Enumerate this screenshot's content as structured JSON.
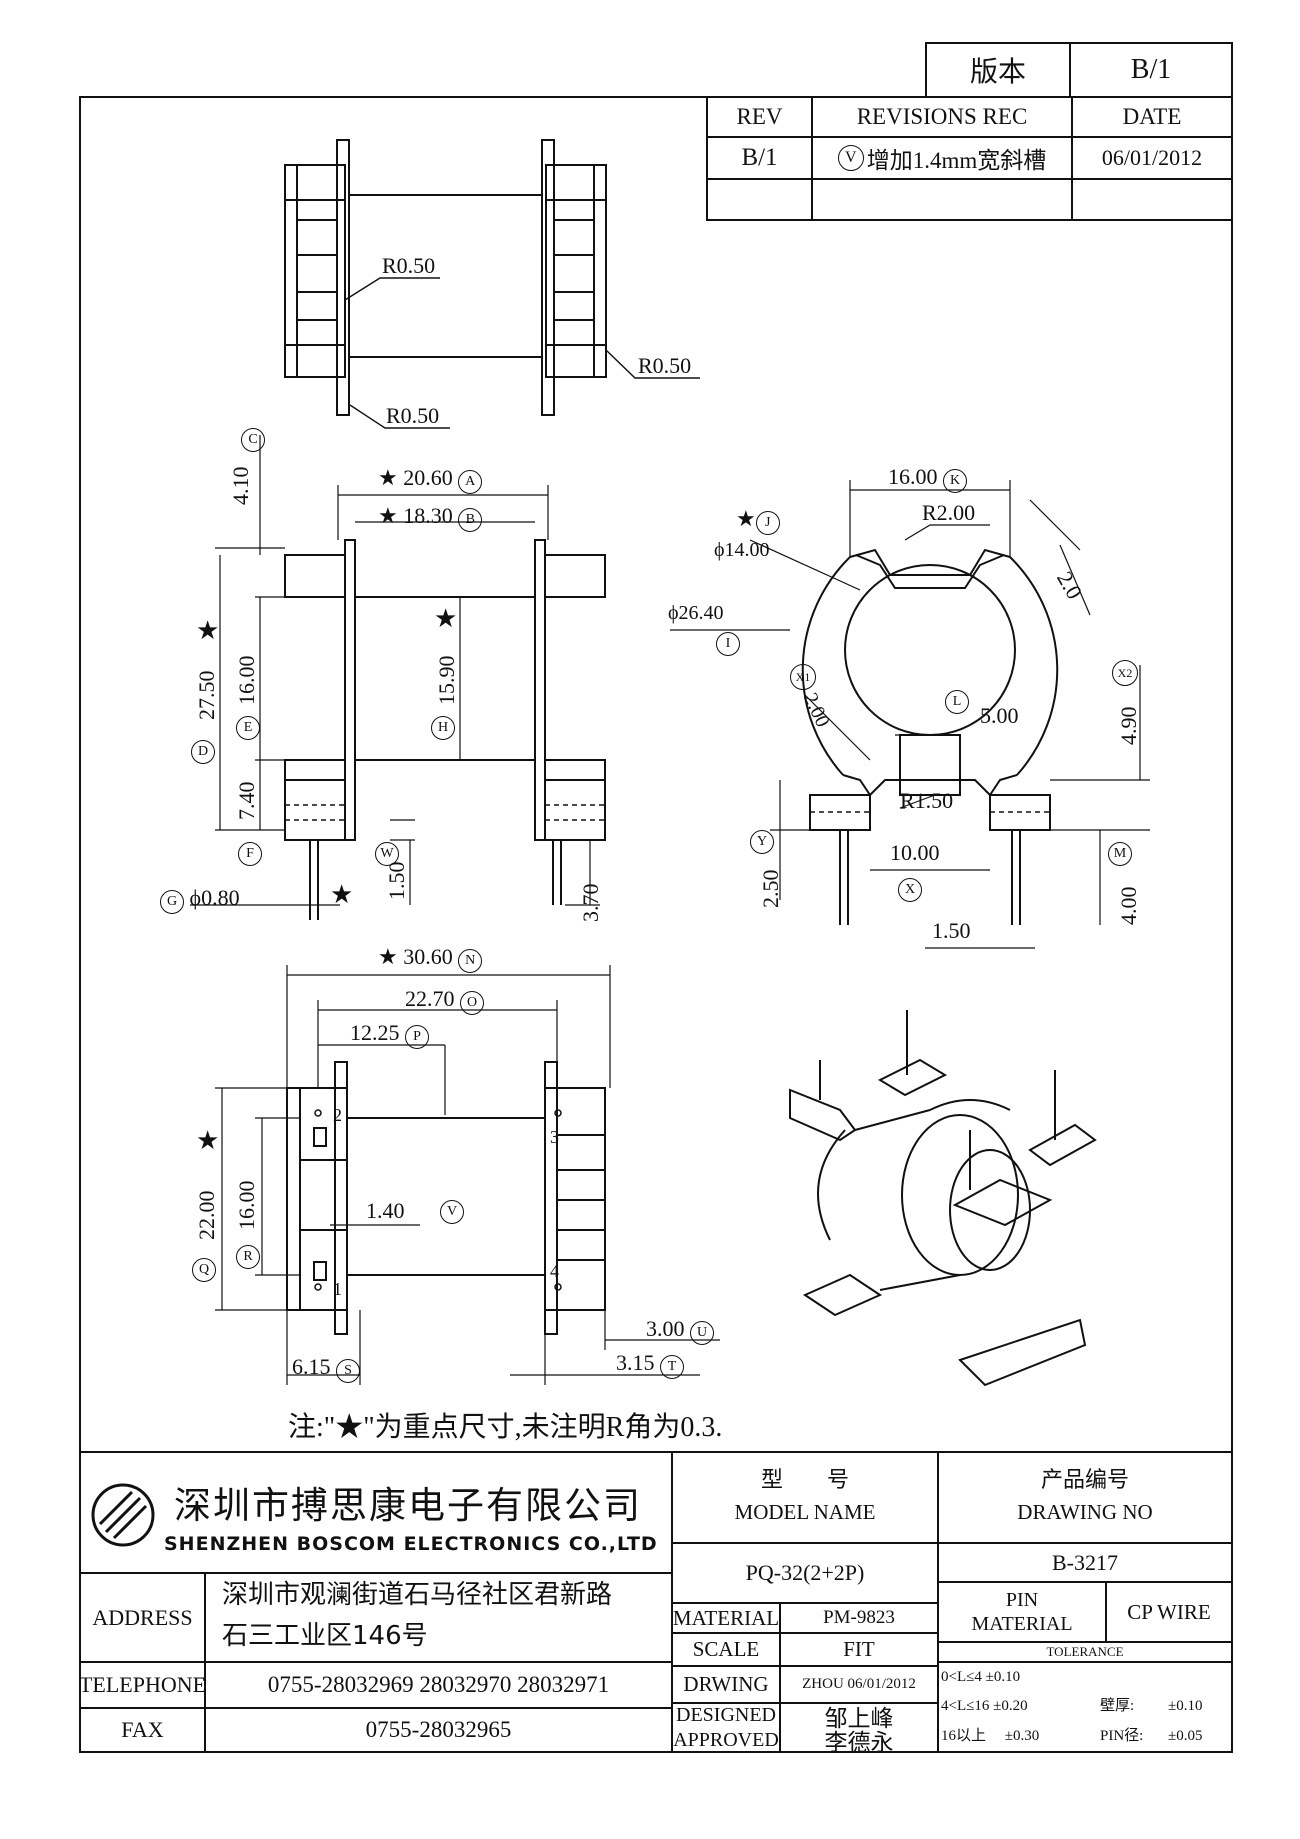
{
  "version_box": {
    "label": "版本",
    "value": "B/1"
  },
  "revision": {
    "headers": [
      "REV",
      "REVISIONS REC",
      "DATE"
    ],
    "rows": [
      {
        "rev": "B/1",
        "mark": "V",
        "rec": "增加1.4mm宽斜槽",
        "date": "06/01/2012"
      }
    ]
  },
  "dims": {
    "top_r1": "R0.50",
    "top_r2": "R0.50",
    "top_r3": "R0.50",
    "A": "20.60",
    "B": "18.30",
    "C": "4.10",
    "D": "27.50",
    "E": "16.00",
    "F": "7.40",
    "G": "ϕ0.80",
    "H": "15.90",
    "W": "1.50",
    "len_370": "3.70",
    "K": "16.00",
    "J": "ϕ14.00",
    "R2": "R2.00",
    "slot": "2.0",
    "I": "ϕ26.40",
    "X1": "2.00",
    "L": "5.00",
    "X2": "4.90",
    "R15": "R1.50",
    "Y": "2.50",
    "X": "10.00",
    "M": "4.00",
    "pin_150": "1.50",
    "N": "30.60",
    "O": "22.70",
    "P": "12.25",
    "Q": "22.00",
    "R": "16.00",
    "V": "1.40",
    "U": "3.00",
    "T": "3.15",
    "S": "6.15"
  },
  "markers": {
    "A": "A",
    "B": "B",
    "C": "C",
    "D": "D",
    "E": "E",
    "F": "F",
    "G": "G",
    "H": "H",
    "I": "I",
    "J": "J",
    "K": "K",
    "L": "L",
    "M": "M",
    "N": "N",
    "O": "O",
    "P": "P",
    "Q": "Q",
    "R": "R",
    "S": "S",
    "T": "T",
    "U": "U",
    "V": "V",
    "W": "W",
    "X": "X",
    "Y": "Y",
    "X1": "X1",
    "X2": "X2"
  },
  "pins": [
    "1",
    "2",
    "3",
    "4"
  ],
  "note": "注:\"★\"为重点尺寸,未注明R角为0.3.",
  "company": {
    "name_cn": "深圳市搏思康电子有限公司",
    "name_en": "SHENZHEN BOSCOM ELECTRONICS CO.,LTD"
  },
  "title_block": {
    "address_label": "ADDRESS",
    "address_line1": "深圳市观澜街道石马径社区君新路",
    "address_line2": "石三工业区146号",
    "telephone_label": "TELEPHONE",
    "telephone": "0755-28032969 28032970 28032971",
    "fax_label": "FAX",
    "fax": "0755-28032965",
    "model_cn": "型　　号",
    "model_en": "MODEL NAME",
    "model_value": "PQ-32(2+2P)",
    "drawing_cn": "产品编号",
    "drawing_en": "DRAWING NO",
    "drawing_value": "B-3217",
    "material_label": "MATERIAL",
    "material_value": "PM-9823",
    "scale_label": "SCALE",
    "scale_value": "FIT",
    "drwing_label": "DRWING",
    "drwing_value": "ZHOU 06/01/2012",
    "designed_label": "DESIGNED",
    "designed_value": "邹上峰",
    "approved_label": "APPROVED",
    "approved_value": "李德永",
    "pin_material_label1": "PIN",
    "pin_material_label2": "MATERIAL",
    "pin_material_value": "CP WIRE",
    "tolerance_label": "TOLERANCE",
    "tol_1": "0<L≤4  ±0.10",
    "tol_2": "4<L≤16 ±0.20",
    "tol_3": "16以上　 ±0.30",
    "wall_label": "壁厚:",
    "wall_value": "±0.10",
    "pin_dia_label": "PIN径:",
    "pin_dia_value": "±0.05"
  }
}
